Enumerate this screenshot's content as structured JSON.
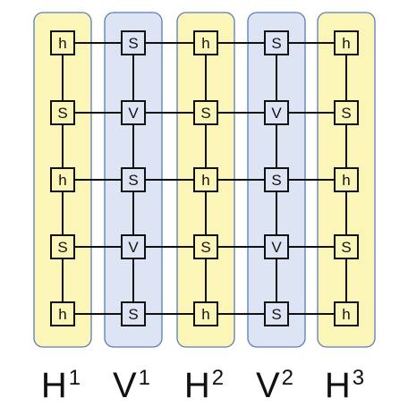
{
  "colors": {
    "h_column_fill": "#fbf6b7",
    "v_column_fill": "#dde4f3",
    "column_stroke": "#5a7bbd",
    "h_node_fill": "#fbf6b7",
    "v_node_fill": "#dde4f3",
    "node_stroke": "#111111",
    "edge": "#111111"
  },
  "columns": [
    {
      "type": "H",
      "label_base": "H",
      "label_sup": "1",
      "nodes": [
        "h",
        "S",
        "h",
        "S",
        "h"
      ]
    },
    {
      "type": "V",
      "label_base": "V",
      "label_sup": "1",
      "nodes": [
        "S",
        "V",
        "S",
        "V",
        "S"
      ]
    },
    {
      "type": "H",
      "label_base": "H",
      "label_sup": "2",
      "nodes": [
        "h",
        "S",
        "h",
        "S",
        "h"
      ]
    },
    {
      "type": "V",
      "label_base": "V",
      "label_sup": "2",
      "nodes": [
        "S",
        "V",
        "S",
        "V",
        "S"
      ]
    },
    {
      "type": "H",
      "label_base": "H",
      "label_sup": "3",
      "nodes": [
        "h",
        "S",
        "h",
        "S",
        "h"
      ]
    }
  ]
}
